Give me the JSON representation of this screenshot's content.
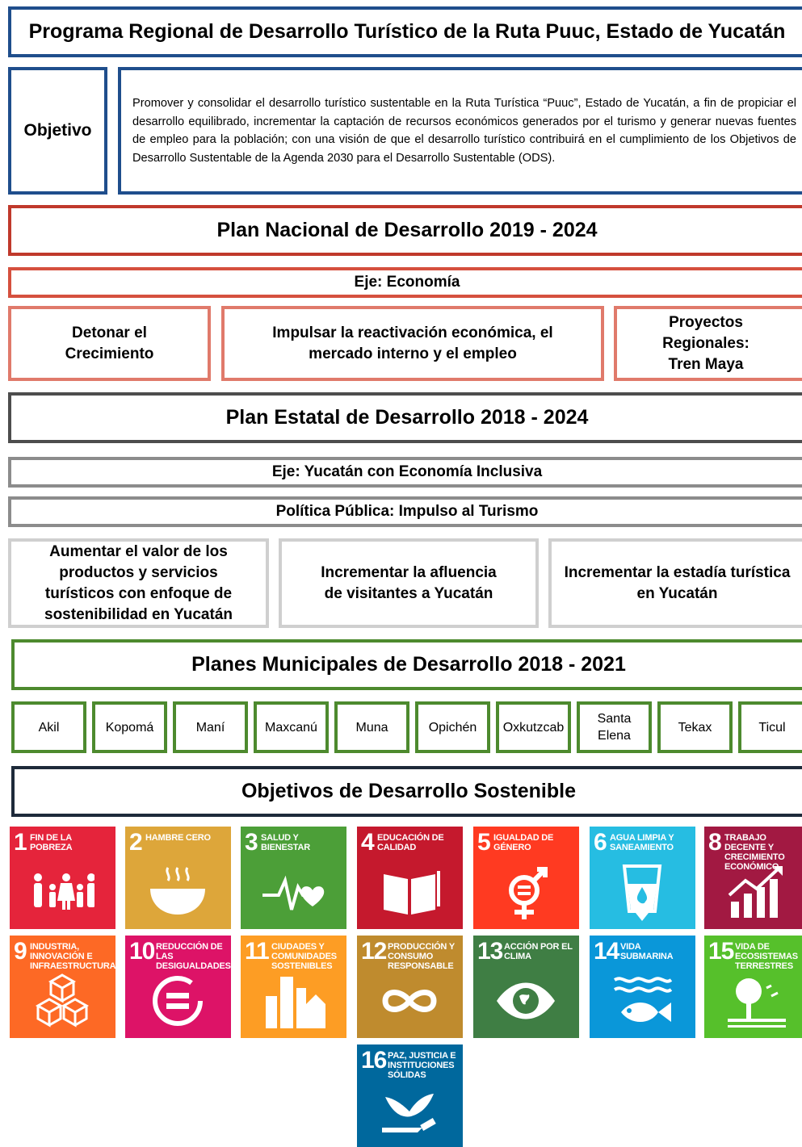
{
  "header": {
    "title": "Programa Regional de Desarrollo Turístico de la Ruta Puuc, Estado de Yucatán"
  },
  "objective": {
    "label": "Objetivo",
    "text": "Promover y consolidar el desarrollo turístico sustentable en la Ruta Turística “Puuc”, Estado de Yucatán, a fin de propiciar el desarrollo equilibrado, incrementar la captación de recursos económicos generados por el turismo y generar nuevas fuentes de empleo para la población; con una visión de que el desarrollo turístico contribuirá en el cumplimiento de los Objetivos de Desarrollo Sustentable de la Agenda 2030 para el Desarrollo Sustentable (ODS)."
  },
  "pnd": {
    "title": "Plan Nacional de Desarrollo 2019 - 2024",
    "axis": "Eje: Economía",
    "items": [
      "Detonar el Crecimiento",
      "Impulsar la reactivación económica, el mercado interno y el empleo",
      "Proyectos Regionales: Tren Maya"
    ]
  },
  "ped": {
    "title": "Plan Estatal de Desarrollo 2018 - 2024",
    "axis": "Eje: Yucatán con Economía Inclusiva",
    "policy": "Política Pública: Impulso al Turismo",
    "items": [
      "Aumentar el valor de los productos y servicios turísticos con enfoque de sostenibilidad en Yucatán",
      "Incrementar la afluencia de visitantes a Yucatán",
      "Incrementar la estadía turística en Yucatán"
    ]
  },
  "pmd": {
    "title": "Planes Municipales de Desarrollo 2018 - 2021",
    "municipalities": [
      "Akil",
      "Kopomá",
      "Maní",
      "Maxcanú",
      "Muna",
      "Opichén",
      "Oxkutzcab",
      "Santa Elena",
      "Tekax",
      "Ticul"
    ]
  },
  "ods": {
    "title": "Objetivos de Desarrollo Sostenible",
    "goals": [
      {
        "num": "1",
        "label": "Fin de la pobreza",
        "color": "#e5243b",
        "icon": "family-icon"
      },
      {
        "num": "2",
        "label": "Hambre cero",
        "color": "#dda63a",
        "icon": "bowl-icon"
      },
      {
        "num": "3",
        "label": "Salud y bienestar",
        "color": "#4c9f38",
        "icon": "heartbeat-icon"
      },
      {
        "num": "4",
        "label": "Educación de calidad",
        "color": "#c5192d",
        "icon": "book-icon"
      },
      {
        "num": "5",
        "label": "Igualdad de género",
        "color": "#ff3a21",
        "icon": "gender-icon"
      },
      {
        "num": "6",
        "label": "Agua limpia y saneamiento",
        "color": "#26bde2",
        "icon": "water-glass-icon"
      },
      {
        "num": "8",
        "label": "Trabajo decente y crecimiento económico",
        "color": "#a21942",
        "icon": "growth-chart-icon"
      },
      {
        "num": "9",
        "label": "Industria, innovación e infraestructura",
        "color": "#fd6925",
        "icon": "cubes-icon"
      },
      {
        "num": "10",
        "label": "Reducción de las desigualdades",
        "color": "#dd1367",
        "icon": "equals-icon"
      },
      {
        "num": "11",
        "label": "Ciudades y comunidades sostenibles",
        "color": "#fd9d24",
        "icon": "city-icon"
      },
      {
        "num": "12",
        "label": "Producción y consumo responsable",
        "color": "#bf8b2e",
        "icon": "infinity-icon"
      },
      {
        "num": "13",
        "label": "Acción por el clima",
        "color": "#3f7e44",
        "icon": "eye-globe-icon"
      },
      {
        "num": "14",
        "label": "Vida submarina",
        "color": "#0a97d9",
        "icon": "fish-icon"
      },
      {
        "num": "15",
        "label": "Vida de ecosistemas terrestres",
        "color": "#56c02b",
        "icon": "tree-icon"
      },
      {
        "num": "16",
        "label": "Paz, justicia e instituciones sólidas",
        "color": "#00689d",
        "icon": "dove-icon"
      }
    ]
  }
}
